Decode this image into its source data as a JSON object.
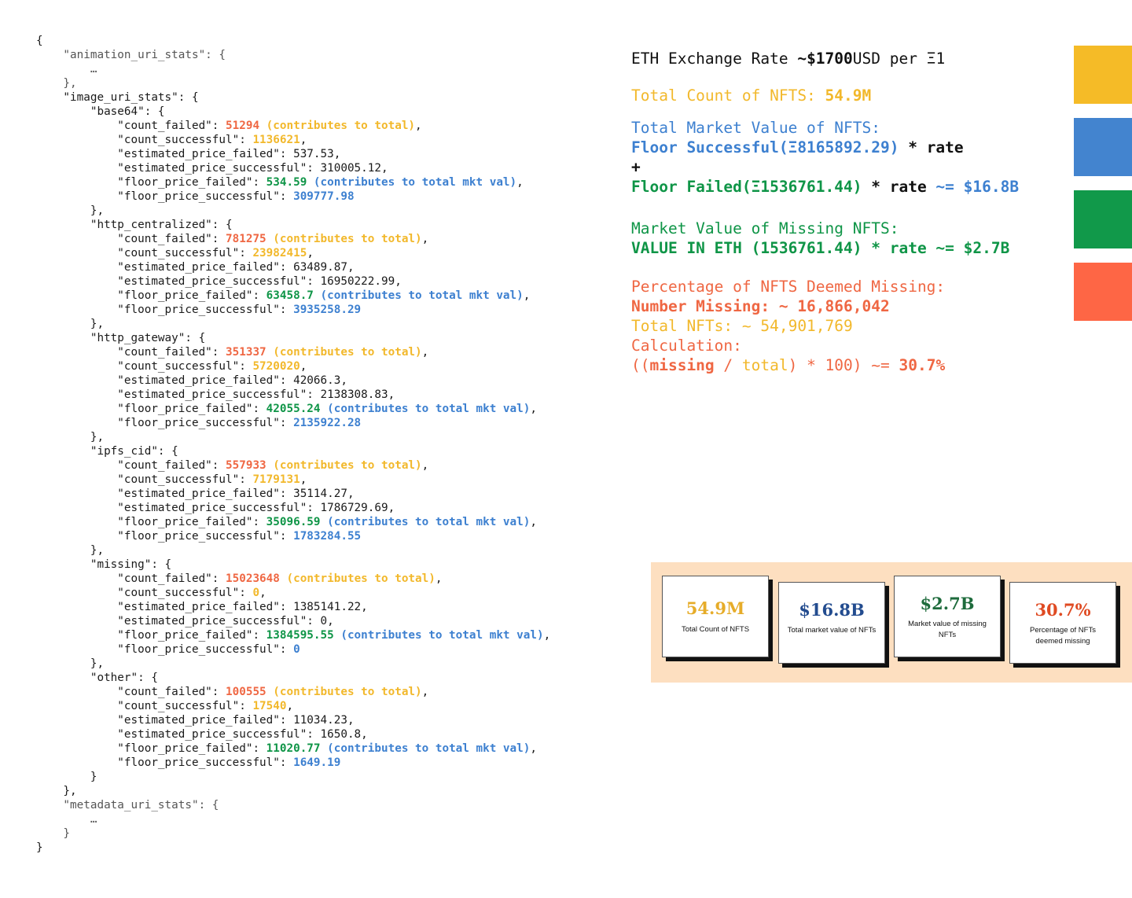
{
  "code_lines": [
    [
      {
        "t": "{"
      }
    ],
    [
      {
        "t": "    \"animation_uri_stats\": {",
        "c": "c-grey"
      }
    ],
    [
      {
        "t": "        …",
        "c": "c-grey"
      }
    ],
    [
      {
        "t": "    },",
        "c": "c-grey"
      }
    ],
    [
      {
        "t": "    \"image_uri_stats\": {"
      }
    ],
    [
      {
        "t": "        \"base64\": {"
      }
    ],
    [
      {
        "t": "            \"count_failed\": "
      },
      {
        "t": "51294",
        "c": "c-red"
      },
      {
        "t": " (contributes to total)",
        "c": "c-yel"
      },
      {
        "t": ","
      }
    ],
    [
      {
        "t": "            \"count_successful\": "
      },
      {
        "t": "1136621",
        "c": "c-yel"
      },
      {
        "t": ","
      }
    ],
    [
      {
        "t": "            \"estimated_price_failed\": 537.53,"
      }
    ],
    [
      {
        "t": "            \"estimated_price_successful\": 310005.12,"
      }
    ],
    [
      {
        "t": "            \"floor_price_failed\": "
      },
      {
        "t": "534.59",
        "c": "c-grn"
      },
      {
        "t": " (contributes to total mkt val)",
        "c": "c-blu"
      },
      {
        "t": ","
      }
    ],
    [
      {
        "t": "            \"floor_price_successful\": "
      },
      {
        "t": "309777.98",
        "c": "c-blu"
      }
    ],
    [
      {
        "t": "        },"
      }
    ],
    [
      {
        "t": "        \"http_centralized\": {"
      }
    ],
    [
      {
        "t": "            \"count_failed\": "
      },
      {
        "t": "781275",
        "c": "c-red"
      },
      {
        "t": " (contributes to total)",
        "c": "c-yel"
      },
      {
        "t": ","
      }
    ],
    [
      {
        "t": "            \"count_successful\": "
      },
      {
        "t": "23982415",
        "c": "c-yel"
      },
      {
        "t": ","
      }
    ],
    [
      {
        "t": "            \"estimated_price_failed\": 63489.87,"
      }
    ],
    [
      {
        "t": "            \"estimated_price_successful\": 16950222.99,"
      }
    ],
    [
      {
        "t": "            \"floor_price_failed\": "
      },
      {
        "t": "63458.7",
        "c": "c-grn"
      },
      {
        "t": " (contributes to total mkt val)",
        "c": "c-blu"
      },
      {
        "t": ","
      }
    ],
    [
      {
        "t": "            \"floor_price_successful\": "
      },
      {
        "t": "3935258.29",
        "c": "c-blu"
      }
    ],
    [
      {
        "t": "        },"
      }
    ],
    [
      {
        "t": "        \"http_gateway\": {"
      }
    ],
    [
      {
        "t": "            \"count_failed\": "
      },
      {
        "t": "351337",
        "c": "c-red"
      },
      {
        "t": " (contributes to total)",
        "c": "c-yel"
      },
      {
        "t": ","
      }
    ],
    [
      {
        "t": "            \"count_successful\": "
      },
      {
        "t": "5720020",
        "c": "c-yel"
      },
      {
        "t": ","
      }
    ],
    [
      {
        "t": "            \"estimated_price_failed\": 42066.3,"
      }
    ],
    [
      {
        "t": "            \"estimated_price_successful\": 2138308.83,"
      }
    ],
    [
      {
        "t": "            \"floor_price_failed\": "
      },
      {
        "t": "42055.24",
        "c": "c-grn"
      },
      {
        "t": " (contributes to total mkt val)",
        "c": "c-blu"
      },
      {
        "t": ","
      }
    ],
    [
      {
        "t": "            \"floor_price_successful\": "
      },
      {
        "t": "2135922.28",
        "c": "c-blu"
      }
    ],
    [
      {
        "t": "        },"
      }
    ],
    [
      {
        "t": "        \"ipfs_cid\": {"
      }
    ],
    [
      {
        "t": "            \"count_failed\": "
      },
      {
        "t": "557933",
        "c": "c-red"
      },
      {
        "t": " (contributes to total)",
        "c": "c-yel"
      },
      {
        "t": ","
      }
    ],
    [
      {
        "t": "            \"count_successful\": "
      },
      {
        "t": "7179131",
        "c": "c-yel"
      },
      {
        "t": ","
      }
    ],
    [
      {
        "t": "            \"estimated_price_failed\": 35114.27,"
      }
    ],
    [
      {
        "t": "            \"estimated_price_successful\": 1786729.69,"
      }
    ],
    [
      {
        "t": "            \"floor_price_failed\": "
      },
      {
        "t": "35096.59",
        "c": "c-grn"
      },
      {
        "t": " (contributes to total mkt val)",
        "c": "c-blu"
      },
      {
        "t": ","
      }
    ],
    [
      {
        "t": "            \"floor_price_successful\": "
      },
      {
        "t": "1783284.55",
        "c": "c-blu"
      }
    ],
    [
      {
        "t": "        },"
      }
    ],
    [
      {
        "t": "        \"missing\": {"
      }
    ],
    [
      {
        "t": "            \"count_failed\": "
      },
      {
        "t": "15023648",
        "c": "c-red"
      },
      {
        "t": " (contributes to total)",
        "c": "c-yel"
      },
      {
        "t": ","
      }
    ],
    [
      {
        "t": "            \"count_successful\": "
      },
      {
        "t": "0",
        "c": "c-yel"
      },
      {
        "t": ","
      }
    ],
    [
      {
        "t": "            \"estimated_price_failed\": 1385141.22,"
      }
    ],
    [
      {
        "t": "            \"estimated_price_successful\": 0,"
      }
    ],
    [
      {
        "t": "            \"floor_price_failed\": "
      },
      {
        "t": "1384595.55",
        "c": "c-grn"
      },
      {
        "t": " (contributes to total mkt val)",
        "c": "c-blu"
      },
      {
        "t": ","
      }
    ],
    [
      {
        "t": "            \"floor_price_successful\": "
      },
      {
        "t": "0",
        "c": "c-blu"
      }
    ],
    [
      {
        "t": "        },"
      }
    ],
    [
      {
        "t": "        \"other\": {"
      }
    ],
    [
      {
        "t": "            \"count_failed\": "
      },
      {
        "t": "100555",
        "c": "c-red"
      },
      {
        "t": " (contributes to total)",
        "c": "c-yel"
      },
      {
        "t": ","
      }
    ],
    [
      {
        "t": "            \"count_successful\": "
      },
      {
        "t": "17540",
        "c": "c-yel"
      },
      {
        "t": ","
      }
    ],
    [
      {
        "t": "            \"estimated_price_failed\": 11034.23,"
      }
    ],
    [
      {
        "t": "            \"estimated_price_successful\": 1650.8,"
      }
    ],
    [
      {
        "t": "            \"floor_price_failed\": "
      },
      {
        "t": "11020.77",
        "c": "c-grn"
      },
      {
        "t": " (contributes to total mkt val)",
        "c": "c-blu"
      },
      {
        "t": ","
      }
    ],
    [
      {
        "t": "            \"floor_price_successful\": "
      },
      {
        "t": "1649.19",
        "c": "c-blu"
      }
    ],
    [
      {
        "t": "        }"
      }
    ],
    [
      {
        "t": "    },"
      }
    ],
    [
      {
        "t": "    \"metadata_uri_stats\": {",
        "c": "c-grey"
      }
    ],
    [
      {
        "t": "        …",
        "c": "c-grey"
      }
    ],
    [
      {
        "t": "    }",
        "c": "c-grey"
      }
    ],
    [
      {
        "t": "}"
      }
    ]
  ],
  "info": {
    "exchange_prefix": "ETH Exchange Rate ",
    "exchange_value": "~$1700",
    "exchange_suffix": "USD per Ξ1",
    "total_count_label": "Total Count of NFTS: ",
    "total_count_value": "54.9M",
    "market_value_label": "Total Market Value of NFTS:",
    "floor_successful": "Floor Successful(Ξ8165892.29)",
    "times_rate": " * rate",
    "plus": "+",
    "floor_failed": "Floor Failed(Ξ1536761.44)",
    "approx": " ~= ",
    "market_value_result": "$16.8B",
    "missing_value_label": "Market Value of Missing NFTS:",
    "missing_value_calc": "VALUE IN ETH (1536761.44) * rate ~= $2.7B",
    "pct_label": "Percentage of NFTS Deemed Missing:",
    "number_missing": "Number Missing: ~ 16,866,042",
    "total_nfts": "Total NFTs: ~ 54,901,769",
    "calculation": "Calculation:",
    "calc_open": "((",
    "calc_missing": "missing",
    "calc_div": " / ",
    "calc_total": "total",
    "calc_close": ") * 100) ~= ",
    "calc_result": "30.7%"
  },
  "swatch_colors": [
    "#f5bb27",
    "#4384cf",
    "#11994a",
    "#fe6645"
  ],
  "cards": [
    {
      "value": "54.9M",
      "caption": "Total Count of NFTS",
      "color": "#e6ac29"
    },
    {
      "value": "$16.8B",
      "caption": "Total market value of NFTs",
      "color": "#234c8f"
    },
    {
      "value": "$2.7B",
      "caption": "Market value of missing NFTs",
      "color": "#1e6b3c"
    },
    {
      "value": "30.7%",
      "caption": "Percentage of NFTs deemed missing",
      "color": "#df4a22"
    }
  ]
}
